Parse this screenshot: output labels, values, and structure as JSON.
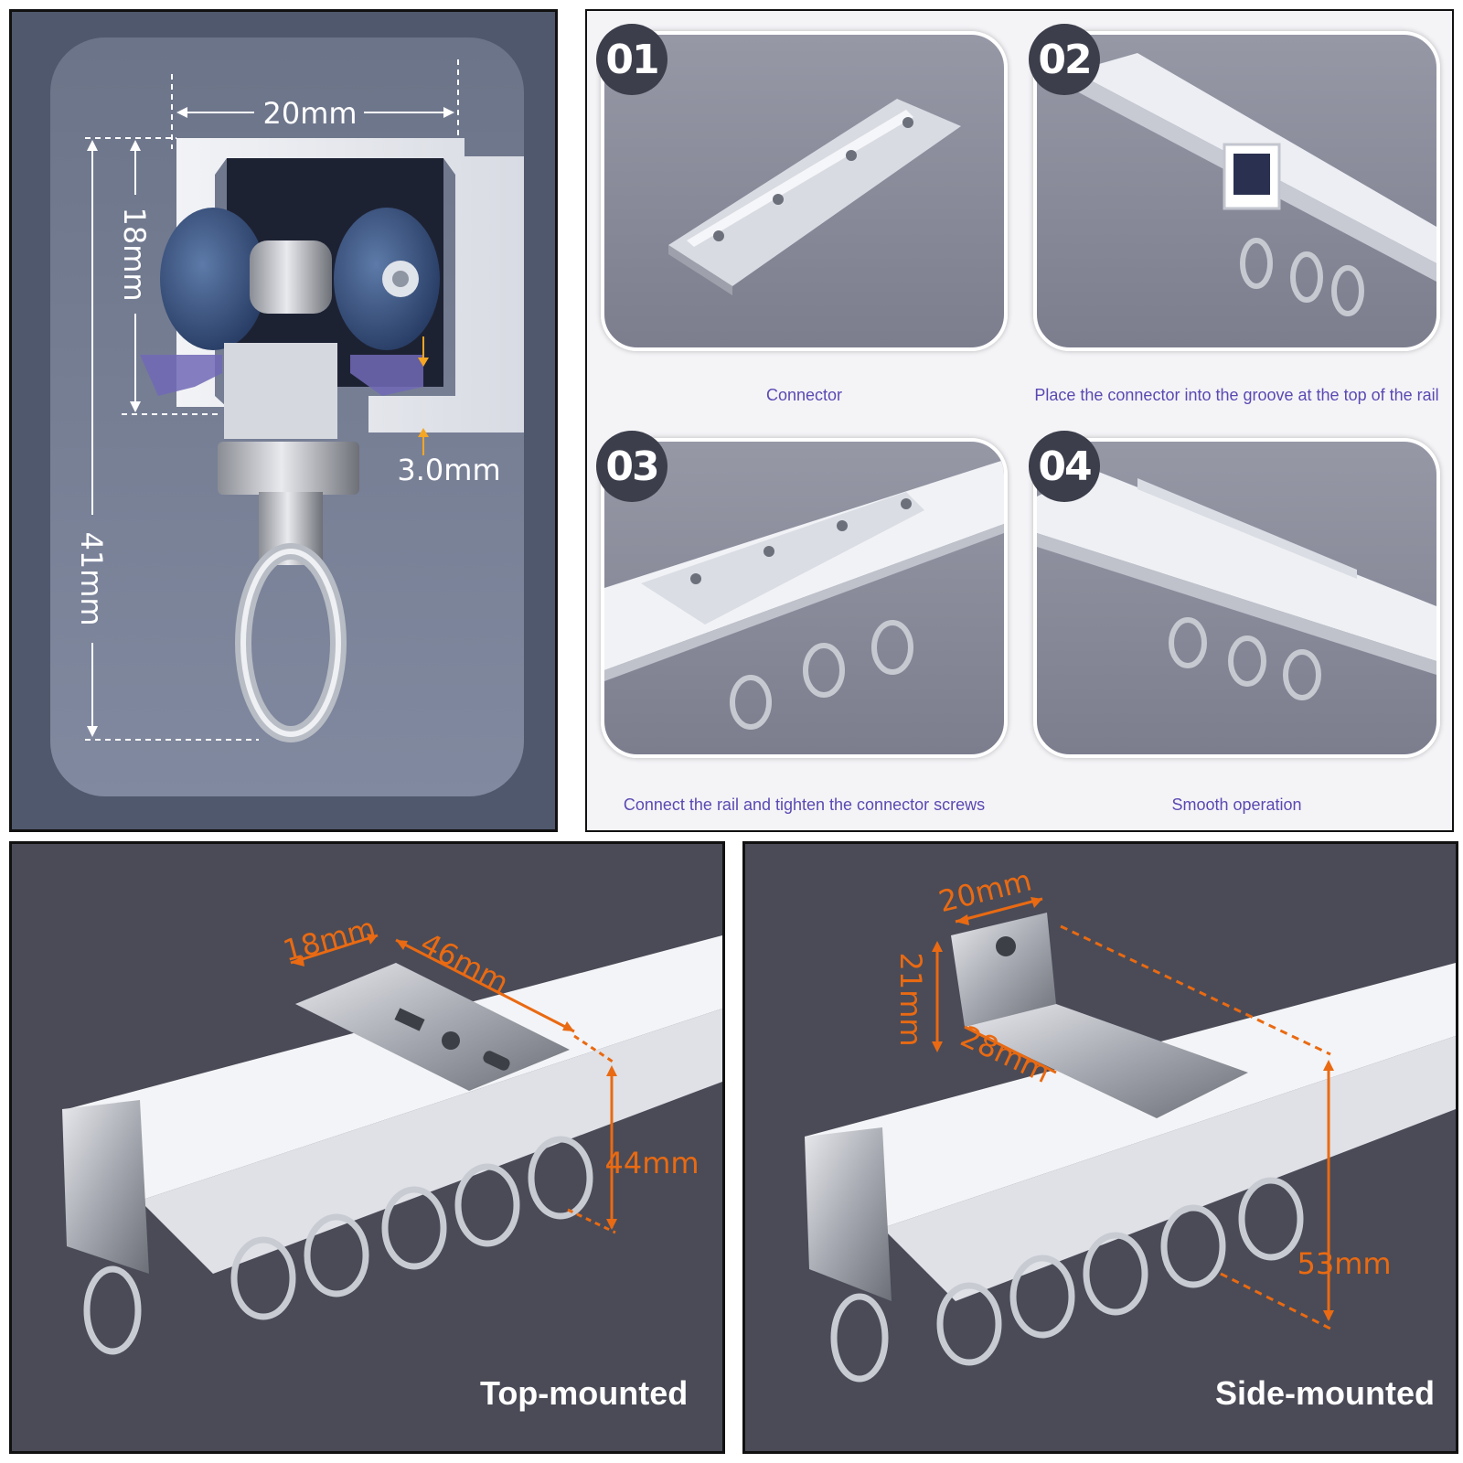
{
  "profile": {
    "width_label": "20mm",
    "inner_height_label": "18mm",
    "total_height_label": "41mm",
    "lip_label": "3.0mm"
  },
  "steps": [
    {
      "number": "01",
      "caption": "Connector"
    },
    {
      "number": "02",
      "caption": "Place the connector into the groove at the top of the rail"
    },
    {
      "number": "03",
      "caption": "Connect the rail and tighten the connector screws"
    },
    {
      "number": "04",
      "caption": "Smooth operation"
    }
  ],
  "top_mounted": {
    "label": "Top-mounted",
    "width_label": "18mm",
    "length_label": "46mm",
    "height_label": "44mm"
  },
  "side_mounted": {
    "label": "Side-mounted",
    "width_label": "20mm",
    "height_label": "21mm",
    "depth_label": "28mm",
    "total_label": "53mm"
  },
  "colors": {
    "dimension_orange": "#e96a12",
    "caption_purple": "#5b49b2",
    "dark_panel": "#4a4b57",
    "badge": "#3c3e4b"
  }
}
